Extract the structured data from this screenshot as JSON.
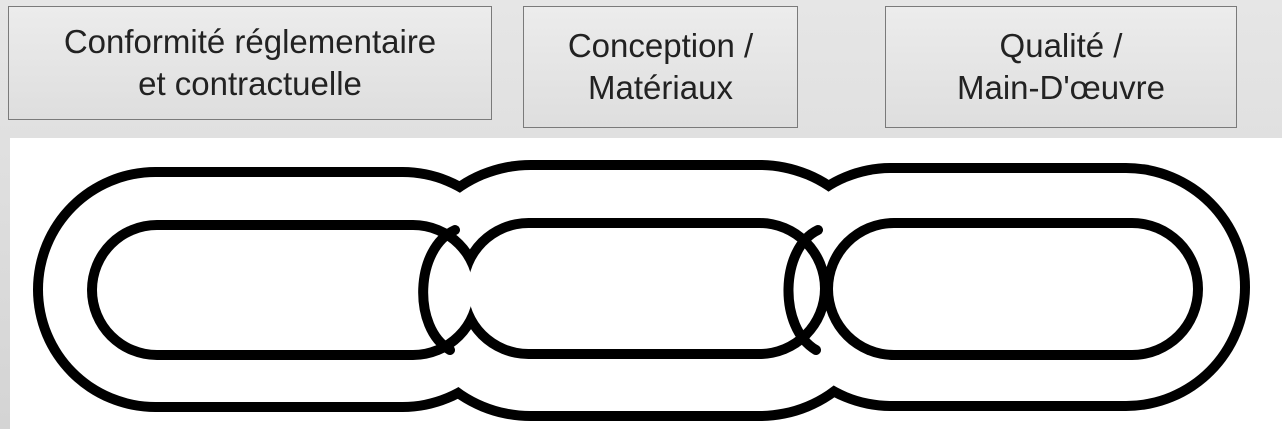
{
  "labels": [
    {
      "line1": "Conformité réglementaire",
      "line2": "et contractuelle"
    },
    {
      "line1": "Conception /",
      "line2": "Matériaux"
    },
    {
      "line1": "Qualité /",
      "line2": "Main-D'œuvre"
    }
  ],
  "chain": {
    "link_count": 3,
    "stroke_color": "#000000",
    "fill_color": "#ffffff"
  }
}
